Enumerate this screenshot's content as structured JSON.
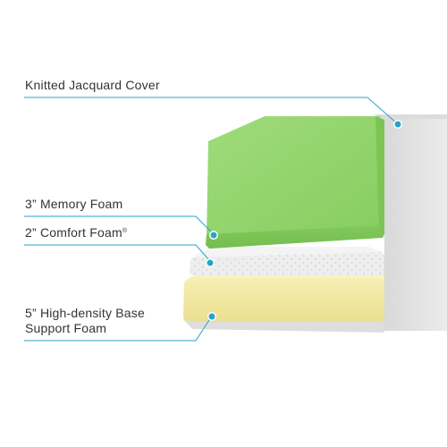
{
  "labels": {
    "cover": "Knitted Jacquard Cover",
    "memory_foam": "3” Memory Foam",
    "comfort_foam": "2” Comfort Foam",
    "comfort_mark": "®",
    "base_line1": "5” High-density Base",
    "base_line2": "Support Foam"
  },
  "colors": {
    "leader_line": "#29a3c9",
    "cover": "#e4e4e4",
    "memory_foam": "#8fd16a",
    "comfort_foam": "#efefef",
    "base_foam": "#f2e7a2"
  }
}
